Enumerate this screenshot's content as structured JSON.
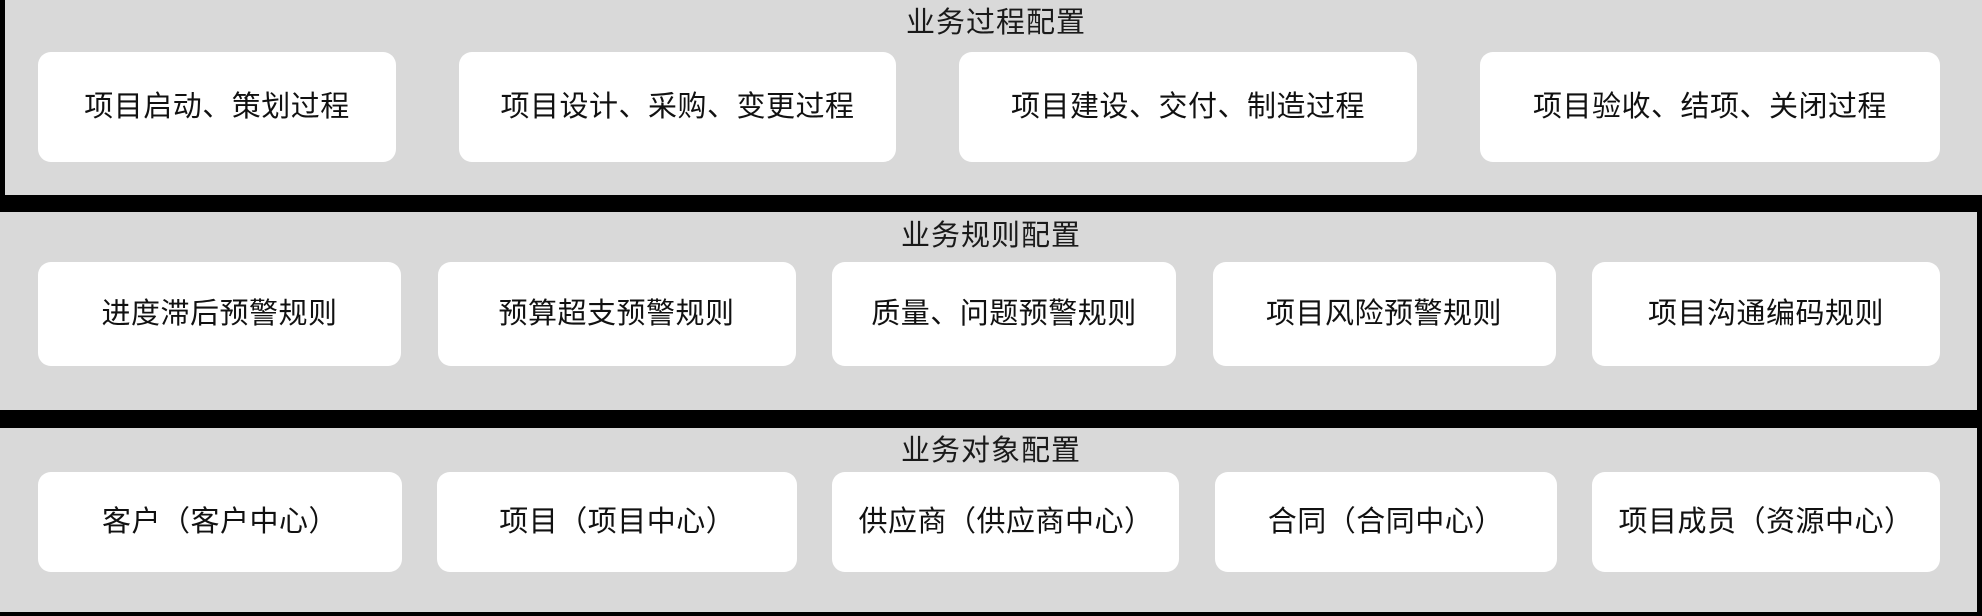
{
  "diagram": {
    "background_color": "#d9d9d9",
    "card_color": "#ffffff",
    "separator_color": "#000000",
    "text_color": "#111111"
  },
  "sections": [
    {
      "id": "process",
      "title": "业务过程配置",
      "cards": [
        {
          "label": "项目启动、策划过程"
        },
        {
          "label": "项目设计、采购、变更过程"
        },
        {
          "label": "项目建设、交付、制造过程"
        },
        {
          "label": "项目验收、结项、关闭过程"
        }
      ]
    },
    {
      "id": "rules",
      "title": "业务规则配置",
      "cards": [
        {
          "label": "进度滞后预警规则"
        },
        {
          "label": "预算超支预警规则"
        },
        {
          "label": "质量、问题预警规则"
        },
        {
          "label": "项目风险预警规则"
        },
        {
          "label": "项目沟通编码规则"
        }
      ]
    },
    {
      "id": "objects",
      "title": "业务对象配置",
      "cards": [
        {
          "label": "客户（客户中心）"
        },
        {
          "label": "项目（项目中心）"
        },
        {
          "label": "供应商（供应商中心）"
        },
        {
          "label": "合同（合同中心）"
        },
        {
          "label": "项目成员（资源中心）"
        }
      ]
    }
  ]
}
